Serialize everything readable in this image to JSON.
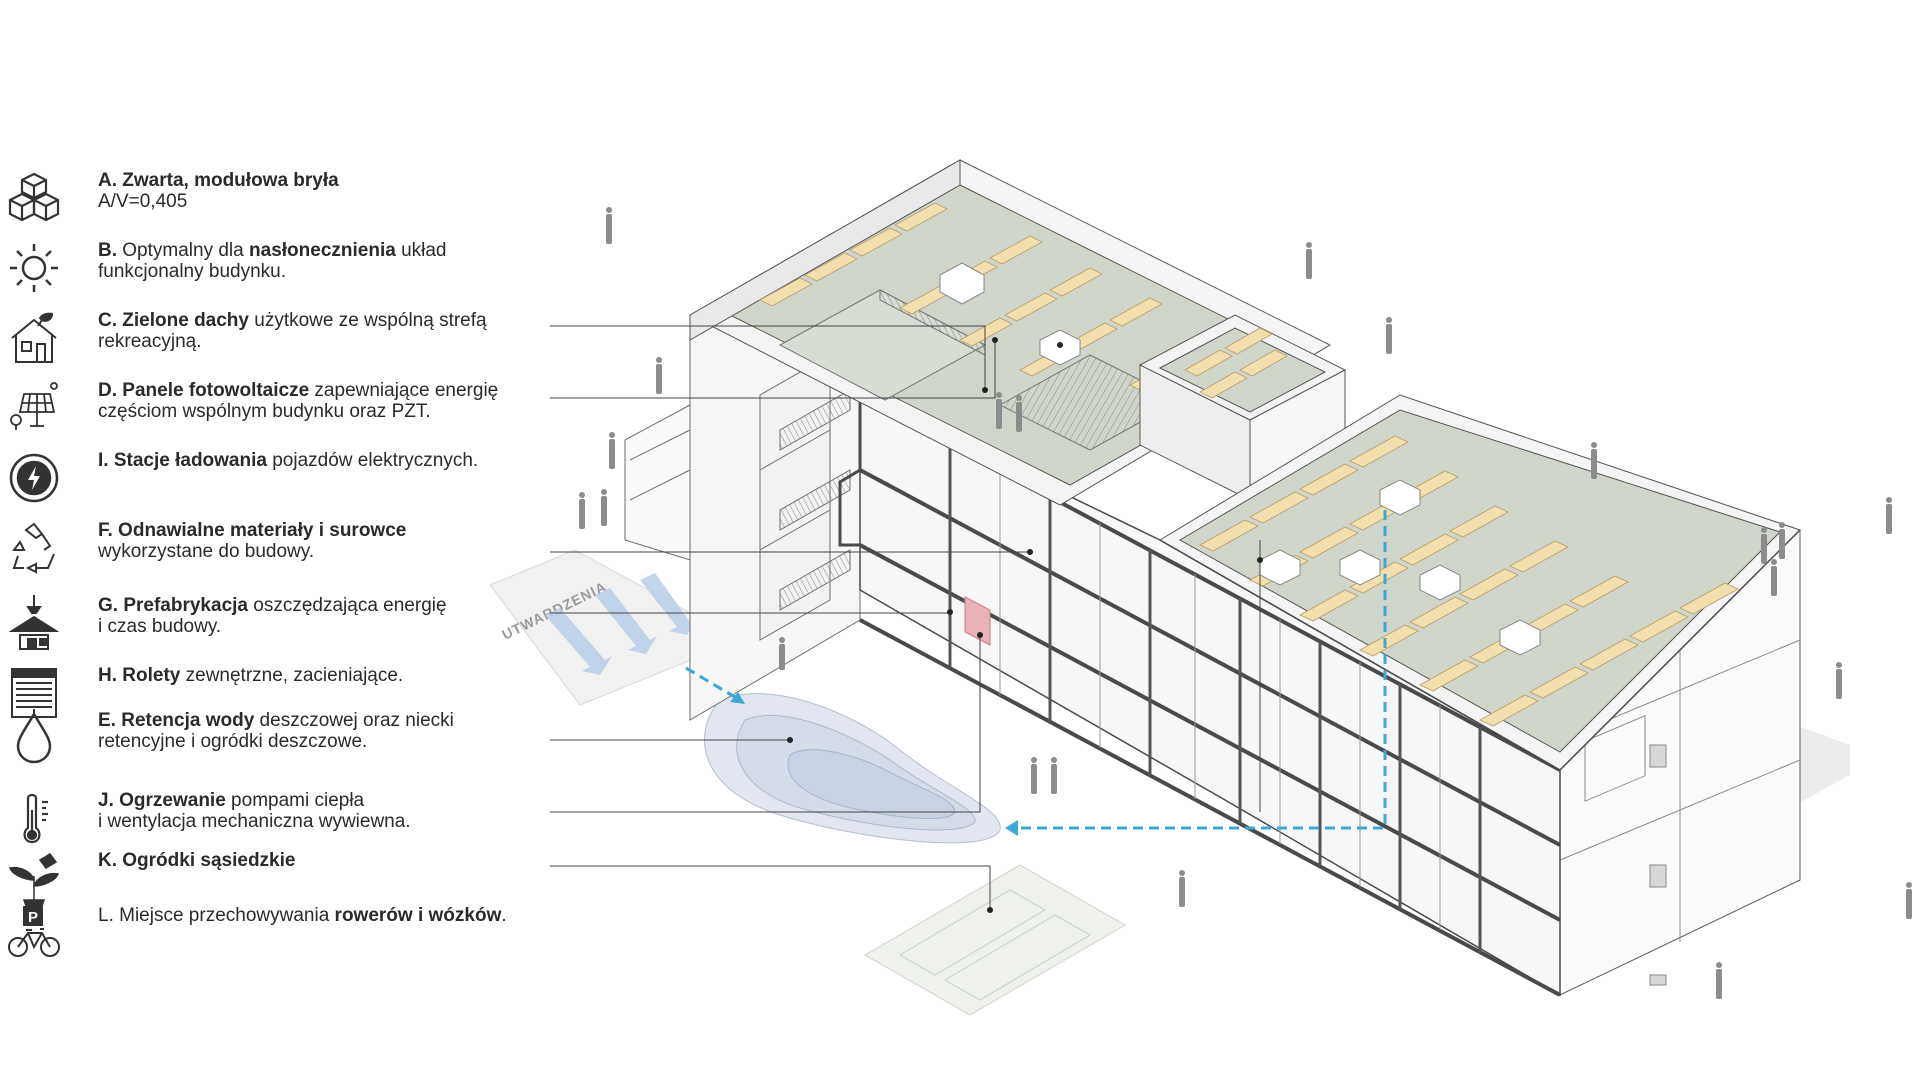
{
  "legend": [
    {
      "id": "A",
      "icon": "modular-cubes-icon",
      "l1": [
        [
          "b",
          "A. Zwarta, modułowa bryła"
        ]
      ],
      "l2": [
        [
          "n",
          "A/V=0,405"
        ]
      ]
    },
    {
      "id": "B",
      "icon": "sun-icon",
      "l1": [
        [
          "b",
          "B. "
        ],
        [
          "n",
          "Optymalny dla "
        ],
        [
          "b",
          "nasłonecznienia"
        ],
        [
          "n",
          " układ"
        ]
      ],
      "l2": [
        [
          "n",
          "funkcjonalny budynku."
        ]
      ]
    },
    {
      "id": "C",
      "icon": "green-roof-house-icon",
      "l1": [
        [
          "b",
          "C. Zielone dachy"
        ],
        [
          "n",
          " użytkowe ze wspólną strefą"
        ]
      ],
      "l2": [
        [
          "n",
          "rekreacyjną."
        ]
      ]
    },
    {
      "id": "D",
      "icon": "solar-panel-icon",
      "l1": [
        [
          "b",
          "D. Panele fotowoltaicze"
        ],
        [
          "n",
          " zapewniające energię"
        ]
      ],
      "l2": [
        [
          "n",
          "częściom wspólnym budynku oraz PZT."
        ]
      ]
    },
    {
      "id": "I",
      "icon": "ev-charging-icon",
      "l1": [
        [
          "b",
          "I. Stacje ładowania"
        ],
        [
          "n",
          " pojazdów elektrycznych."
        ]
      ],
      "l2": []
    },
    {
      "id": "F",
      "icon": "recycle-icon",
      "l1": [
        [
          "b",
          "F. Odnawialne materiały i surowce"
        ]
      ],
      "l2": [
        [
          "n",
          "wykorzystane do budowy."
        ]
      ]
    },
    {
      "id": "G",
      "icon": "prefab-crane-icon",
      "l1": [
        [
          "b",
          "G. Prefabrykacja"
        ],
        [
          "n",
          " oszczędzająca energię"
        ]
      ],
      "l2": [
        [
          "n",
          "i czas budowy."
        ]
      ]
    },
    {
      "id": "H",
      "icon": "roller-shutter-icon",
      "l1": [
        [
          "b",
          "H. Rolety"
        ],
        [
          "n",
          " zewnętrzne, zacieniające."
        ]
      ],
      "l2": []
    },
    {
      "id": "E",
      "icon": "water-drop-icon",
      "l1": [
        [
          "b",
          "E. Retencja wody"
        ],
        [
          "n",
          " deszczowej oraz niecki"
        ]
      ],
      "l2": [
        [
          "n",
          "retencyjne i ogródki deszczowe."
        ]
      ]
    },
    {
      "id": "J",
      "icon": "thermometer-icon",
      "l1": [
        [
          "b",
          "J. Ogrzewanie"
        ],
        [
          "n",
          " pompami ciepła"
        ]
      ],
      "l2": [
        [
          "n",
          "i wentylacja mechaniczna wywiewna."
        ]
      ]
    },
    {
      "id": "K",
      "icon": "garden-plant-icon",
      "l1": [
        [
          "b",
          "K. Ogródki sąsiedzkie"
        ]
      ],
      "l2": []
    },
    {
      "id": "L",
      "icon": "bike-parking-icon",
      "l1": [
        [
          "n",
          "L. Miejsce przechowywania "
        ],
        [
          "b",
          "rowerów i wózków"
        ],
        [
          "n",
          "."
        ]
      ],
      "l2": []
    }
  ],
  "labels": {
    "paving": "UTWARDZENIA",
    "parking_sign": "P"
  },
  "colors": {
    "text": "#2a2a2a",
    "solar_panel": "#f2dfae",
    "green_roof": "#c9d1c3",
    "water_arrow": "#3fa6d8",
    "retention_basin": "#cdd6e6",
    "gardens": "#e3e8df",
    "prefab_highlight": "#e9b1b8",
    "leader_line": "#444444"
  }
}
